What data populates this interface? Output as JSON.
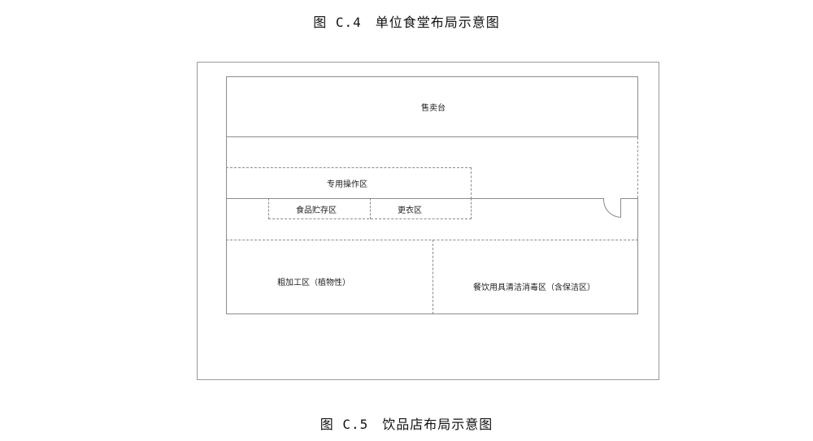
{
  "captions": {
    "top": "图 C.4　单位食堂布局示意图",
    "bottom": "图 C.5　饮品店布局示意图"
  },
  "plan": {
    "zones": {
      "sales_counter": "售卖台",
      "special_operation": "专用操作区",
      "food_storage": "食品贮存区",
      "changing_room": "更衣区",
      "rough_processing": "粗加工区（植物性）",
      "tableware_cleaning": "餐饮用具清洁消毒区（含保洁区）"
    }
  }
}
